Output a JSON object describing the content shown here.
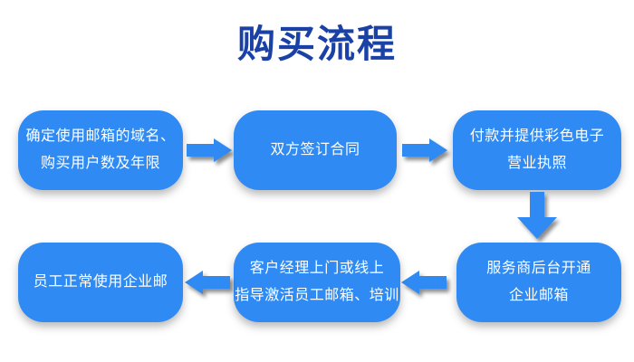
{
  "title": "购买流程",
  "colors": {
    "box_blue": "#2F8BF3",
    "title_blue": "#1A41A6",
    "step_text": "#FFFFFF",
    "background": "#FFFFFF"
  },
  "flow": {
    "steps": [
      {
        "lines": [
          "确定使用邮箱的域名、",
          "购买用户数及年限"
        ]
      },
      {
        "lines": [
          "双方签订合同"
        ]
      },
      {
        "lines": [
          "付款并提供彩色电子",
          "营业执照"
        ]
      },
      {
        "lines": [
          "服务商后台开通",
          "企业邮箱"
        ]
      },
      {
        "lines": [
          "客户经理上门或线上",
          "指导激活员工邮箱、培训"
        ]
      },
      {
        "lines": [
          "员工正常使用企业邮"
        ]
      }
    ],
    "arrows": [
      {
        "direction": "right"
      },
      {
        "direction": "right"
      },
      {
        "direction": "down"
      },
      {
        "direction": "left"
      },
      {
        "direction": "left"
      }
    ]
  }
}
